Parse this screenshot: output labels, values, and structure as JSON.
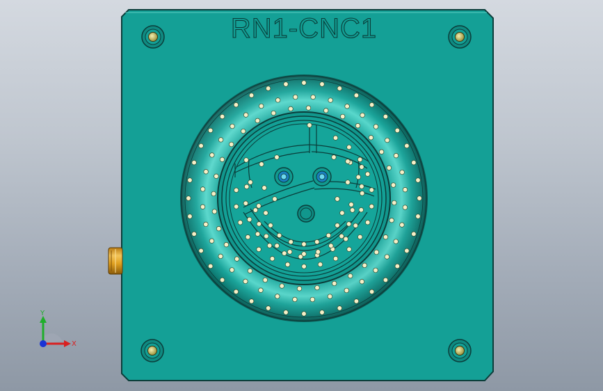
{
  "viewport": {
    "part_label": "RN1-CNC1"
  },
  "triad": {
    "x_label": "X",
    "y_label": "Y",
    "x_color": "#d92020",
    "y_color": "#1fae2a",
    "z_color": "#1a33d6"
  },
  "colors": {
    "plate": "#14a096",
    "plate_edge": "#0b3d3a",
    "hole_fill": "#f6f0c8",
    "brass": "#e0a020",
    "bolt_inner": "#c9c06a"
  }
}
